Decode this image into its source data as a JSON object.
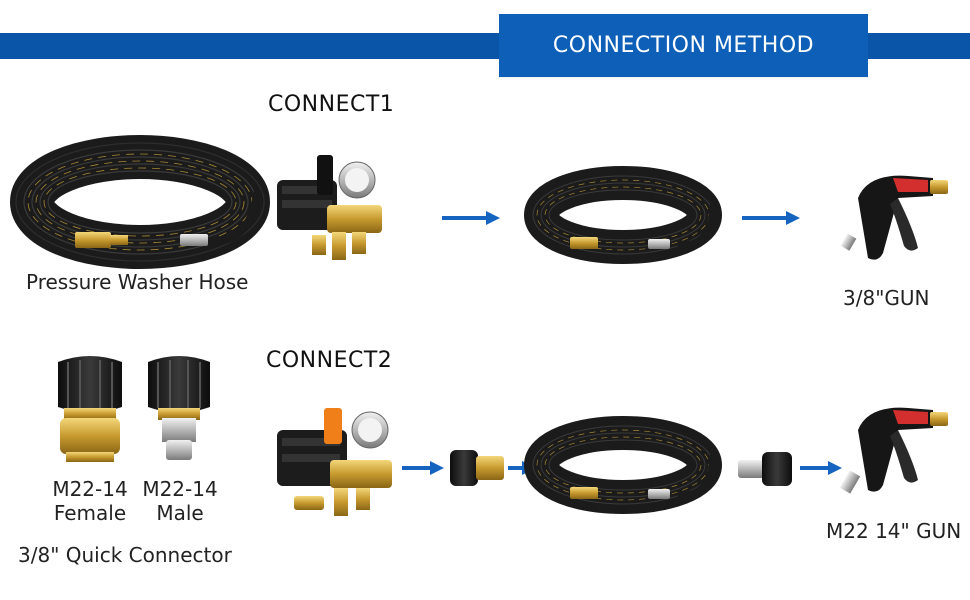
{
  "banner": {
    "title": "CONNECTION METHOD"
  },
  "connect1": {
    "heading": "CONNECT1",
    "hose_label": "Pressure Washer Hose",
    "gun_label": "3/8\"GUN"
  },
  "connect2": {
    "heading": "CONNECT2",
    "female_label_line1": "M22-14",
    "female_label_line2": "Female",
    "male_label_line1": "M22-14",
    "male_label_line2": "Male",
    "connector_label": "3/8\" Quick Connector",
    "gun_label": "M22 14\" GUN"
  },
  "colors": {
    "brand_blue": "#0e5fb8",
    "arrow_blue": "#1565c0",
    "hose_black": "#1b1b1b",
    "brass": "#c9a23b",
    "gun_red": "#d32f2f"
  }
}
